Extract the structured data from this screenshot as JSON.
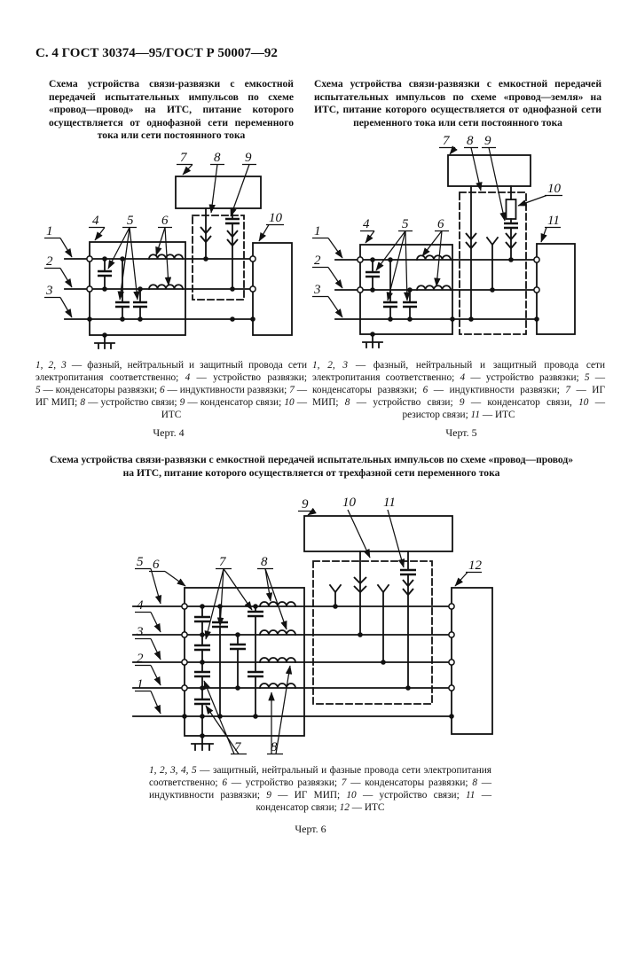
{
  "page": {
    "header": "С. 4 ГОСТ 30374—95/ГОСТ Р 50007—92"
  },
  "fig4": {
    "title": "Схема устройства связи-развязки с емкостной передачей испытательных импульсов по схеме «провод—провод» на ИТС, питание которого осуществляется от однофазной сети переменного тока или сети постоянного тока",
    "caption": [
      {
        "t": "1, 2, 3",
        "i": 1
      },
      {
        "t": " — фазный, нейтральный и защитный провода сети электропитания соответственно; "
      },
      {
        "t": "4",
        "i": 1
      },
      {
        "t": " — устройство развязки; "
      },
      {
        "t": "5",
        "i": 1
      },
      {
        "t": " — конденсаторы развязки; "
      },
      {
        "t": "6",
        "i": 1
      },
      {
        "t": " — индуктивности развязки; "
      },
      {
        "t": "7",
        "i": 1
      },
      {
        "t": " — ИГ МИП; "
      },
      {
        "t": "8",
        "i": 1
      },
      {
        "t": " — устройство связи; "
      },
      {
        "t": "9",
        "i": 1
      },
      {
        "t": " — конденсатор связи; "
      },
      {
        "t": "10",
        "i": 1
      },
      {
        "t": " — ИТС"
      }
    ],
    "fig_label": "Черт. 4",
    "marks": [
      "1",
      "2",
      "3",
      "4",
      "5",
      "6",
      "7",
      "8",
      "9",
      "10"
    ]
  },
  "fig5": {
    "title": "Схема устройства связи-развязки с емкостной передачей испытательных импульсов по схеме «провод—земля» на ИТС, питание которого осуществляется от однофазной сети переменного тока или сети постоянного тока",
    "caption": [
      {
        "t": "1, 2, 3",
        "i": 1
      },
      {
        "t": " — фазный, нейтральный и защитный провода сети электропитания соответственно; "
      },
      {
        "t": "4",
        "i": 1
      },
      {
        "t": " — устройство развязки; "
      },
      {
        "t": "5",
        "i": 1
      },
      {
        "t": " — конденсаторы развязки; "
      },
      {
        "t": "6",
        "i": 1
      },
      {
        "t": " — индуктивности развязки; "
      },
      {
        "t": "7",
        "i": 1
      },
      {
        "t": " — ИГ МИП; "
      },
      {
        "t": "8",
        "i": 1
      },
      {
        "t": " — устройство связи; "
      },
      {
        "t": "9",
        "i": 1
      },
      {
        "t": " — конденсатор связи, "
      },
      {
        "t": "10",
        "i": 1
      },
      {
        "t": " — резистор связи; "
      },
      {
        "t": "11",
        "i": 1
      },
      {
        "t": " — ИТС"
      }
    ],
    "fig_label": "Черт. 5",
    "marks": [
      "1",
      "2",
      "3",
      "4",
      "5",
      "6",
      "7",
      "8",
      "9",
      "10",
      "11"
    ]
  },
  "fig6": {
    "title": [
      {
        "t": "Схема устройства связи-развязки с емкостной передачей испытательных импульсов по схеме «провод—провод»"
      },
      {
        "br": 1
      },
      {
        "t": "на ИТС, питание которого осуществляется от трехфазной сети переменного тока"
      }
    ],
    "caption": [
      {
        "t": "1, 2, 3, 4, 5",
        "i": 1
      },
      {
        "t": " — защитный, нейтральный и фазные провода сети электропитания соответственно; "
      },
      {
        "t": "6",
        "i": 1
      },
      {
        "t": " — устройство развязки; "
      },
      {
        "t": "7",
        "i": 1
      },
      {
        "t": " — конденсаторы развязки; "
      },
      {
        "t": "8",
        "i": 1
      },
      {
        "t": " — индуктивности развязки; "
      },
      {
        "t": "9",
        "i": 1
      },
      {
        "t": " — ИГ МИП; "
      },
      {
        "t": "10",
        "i": 1
      },
      {
        "t": " — устройство связи; "
      },
      {
        "t": "11",
        "i": 1
      },
      {
        "t": " — конденсатор связи; "
      },
      {
        "t": "12",
        "i": 1
      },
      {
        "t": " — ИТС"
      }
    ],
    "fig_label": "Черт. 6",
    "marks": [
      "1",
      "2",
      "3",
      "4",
      "5",
      "6",
      "7",
      "8",
      "9",
      "10",
      "11",
      "12"
    ]
  }
}
